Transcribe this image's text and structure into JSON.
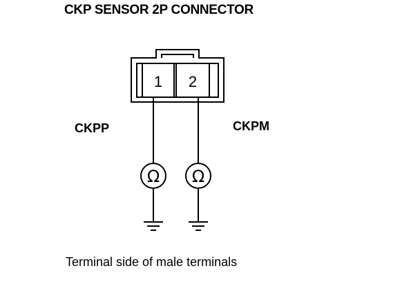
{
  "title": "CKP SENSOR 2P CONNECTOR",
  "connector": {
    "pins": [
      {
        "number": "1",
        "wire": "CKPP"
      },
      {
        "number": "2",
        "wire": "CKPM"
      }
    ]
  },
  "labels": {
    "left_wire": "CKPP",
    "right_wire": "CKPM"
  },
  "meter_symbol": "Ω",
  "caption": "Terminal side of male terminals",
  "icons": [
    "ohmmeter-icon",
    "ground-icon"
  ]
}
